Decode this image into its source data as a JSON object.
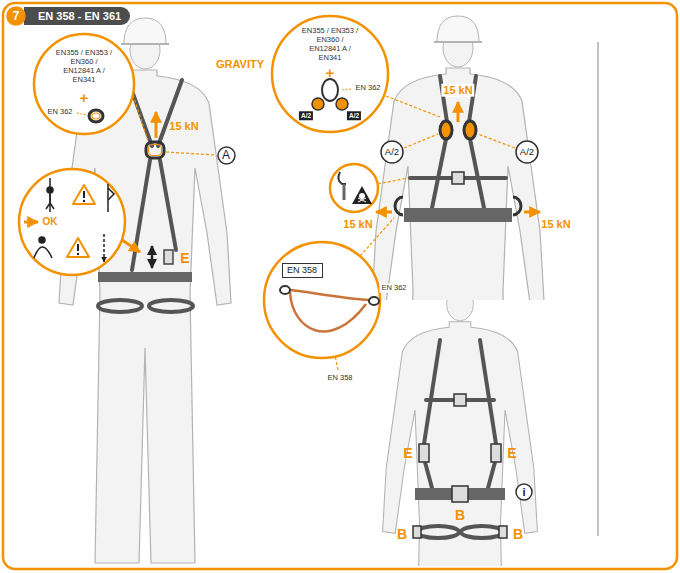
{
  "diagram": {
    "title": "EN 358 - EN 361",
    "nodes": [
      {
        "text": [
          "7"
        ]
      },
      {
        "text": [
          "A"
        ]
      },
      {
        "text": [
          "A/2"
        ]
      },
      {
        "text": [
          "A/2"
        ]
      },
      {
        "text": [
          "EN 358"
        ]
      },
      {
        "text": [
          "i"
        ]
      }
    ],
    "labels": [
      "EN355 / EN353 / EN360 / EN12841 A / EN341",
      "+",
      "EN 362",
      "GRAVITY",
      "EN355 / EN353 / EN360 / EN12841 A / EN341",
      "+",
      "EN 362",
      "A/2",
      "A/2",
      "15 kN",
      "15 kN",
      "OK",
      "15 kN",
      "15 kN",
      "EN 362",
      "EN 358",
      "E",
      "E",
      "E",
      "B",
      "B",
      "B"
    ]
  }
}
